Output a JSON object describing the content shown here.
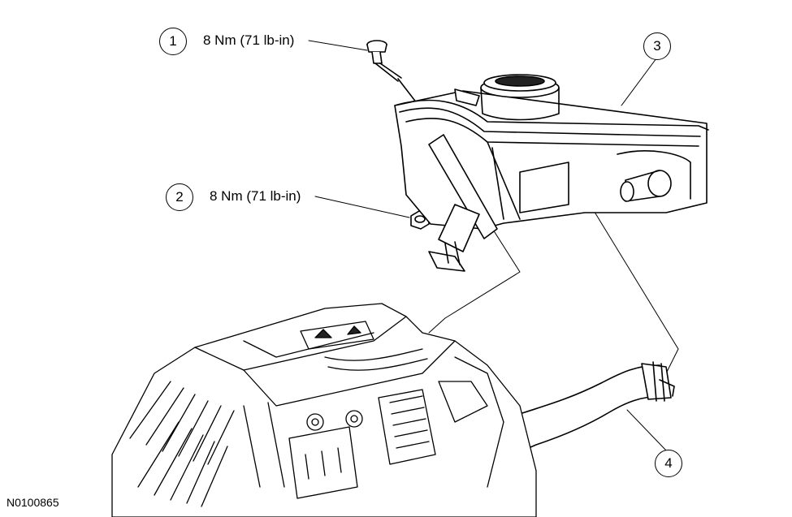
{
  "figure_id": "N0100865",
  "callouts": [
    {
      "number": "1",
      "torque": "8 Nm (71 lb-in)"
    },
    {
      "number": "2",
      "torque": "8 Nm (71 lb-in)"
    },
    {
      "number": "3"
    },
    {
      "number": "4"
    }
  ]
}
